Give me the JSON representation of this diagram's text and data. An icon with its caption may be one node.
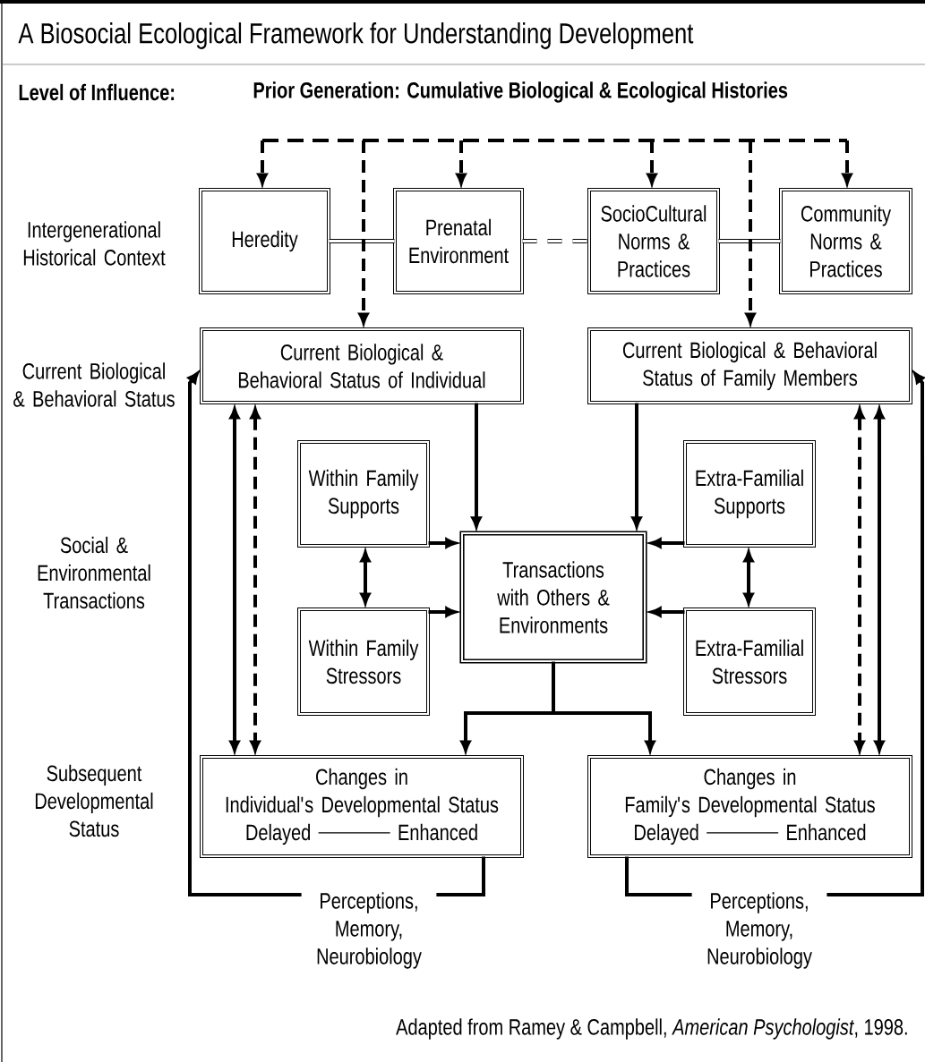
{
  "diagram": {
    "title": "A Biosocial Ecological Framework for Understanding Development",
    "caption": "Adapted from Ramey & Campbell, *American Psychologist*, 1998.",
    "nodes": [
      {
        "text": [
          "Heredity"
        ]
      },
      {
        "text": [
          "Prenatal Environment"
        ]
      },
      {
        "text": [
          "SocioCultural Norms & Practices"
        ]
      },
      {
        "text": [
          "Community Norms & Practices"
        ]
      },
      {
        "text": [
          "Current Biological & Behavioral Status of Individual"
        ]
      },
      {
        "text": [
          "Current Biological & Behavioral Status of Family Members"
        ]
      },
      {
        "text": [
          "Within Family Supports"
        ]
      },
      {
        "text": [
          "Extra-Familial Supports"
        ]
      },
      {
        "text": [
          "Transactions with Others & Environments"
        ]
      },
      {
        "text": [
          "Within Family Stressors"
        ]
      },
      {
        "text": [
          "Extra-Familial Stressors"
        ]
      },
      {
        "text": [
          "Changes in",
          "Individual's Developmental Status",
          "Delayed",
          "Enhanced"
        ]
      },
      {
        "text": [
          "Changes in",
          "Family's Developmental Status",
          "Delayed",
          "Enhanced"
        ]
      },
      {
        "text": [
          "Perceptions, Memory, Neurobiology"
        ]
      },
      {
        "text": [
          "Perceptions, Memory, Neurobiology"
        ]
      }
    ],
    "edges": [
      {
        "from": 0,
        "to": 1,
        "arrow": "none"
      },
      {
        "from": 1,
        "to": 2,
        "arrow": "none",
        "style": "dashed"
      },
      {
        "from": 2,
        "to": 3,
        "arrow": "none"
      },
      {
        "from": null,
        "to": 0,
        "arrow": "to",
        "style": "dashed"
      },
      {
        "from": null,
        "to": 4,
        "arrow": "to",
        "style": "dashed"
      },
      {
        "from": null,
        "to": 1,
        "arrow": "to",
        "style": "dashed"
      },
      {
        "from": null,
        "to": 2,
        "arrow": "to",
        "style": "dashed"
      },
      {
        "from": null,
        "to": 5,
        "arrow": "to",
        "style": "dashed"
      },
      {
        "from": null,
        "to": 3,
        "arrow": "to",
        "style": "dashed"
      },
      {
        "from": 4,
        "to": 8,
        "arrow": "to"
      },
      {
        "from": 5,
        "to": 8,
        "arrow": "to"
      },
      {
        "from": 6,
        "to": 8,
        "arrow": "to"
      },
      {
        "from": 9,
        "to": 8,
        "arrow": "to"
      },
      {
        "from": 7,
        "to": 8,
        "arrow": "to"
      },
      {
        "from": 10,
        "to": 8,
        "arrow": "to"
      },
      {
        "from": 6,
        "to": 9,
        "arrow": "both"
      },
      {
        "from": 7,
        "to": 10,
        "arrow": "both"
      },
      {
        "from": 8,
        "to": 11,
        "arrow": "to"
      },
      {
        "from": 8,
        "to": 12,
        "arrow": "to"
      },
      {
        "from": 4,
        "to": 11,
        "arrow": "both"
      },
      {
        "from": 4,
        "to": 11,
        "arrow": "both",
        "style": "dashed"
      },
      {
        "from": 5,
        "to": 12,
        "arrow": "both",
        "style": "dashed"
      },
      {
        "from": 5,
        "to": 12,
        "arrow": "both"
      },
      {
        "from": 11,
        "to": 13,
        "arrow": "none"
      },
      {
        "from": 13,
        "to": 4,
        "arrow": "to"
      },
      {
        "from": 12,
        "to": 14,
        "arrow": "none"
      },
      {
        "from": 14,
        "to": 5,
        "arrow": "to"
      }
    ],
    "labels": [
      "Level of Influence:",
      "Prior Generation: Cumulative Biological & Ecological Histories",
      "Intergenerational Historical Context",
      "Current Biological & Behavioral Status",
      "Social & Environmental Transactions",
      "Subsequent Developmental Status"
    ]
  }
}
